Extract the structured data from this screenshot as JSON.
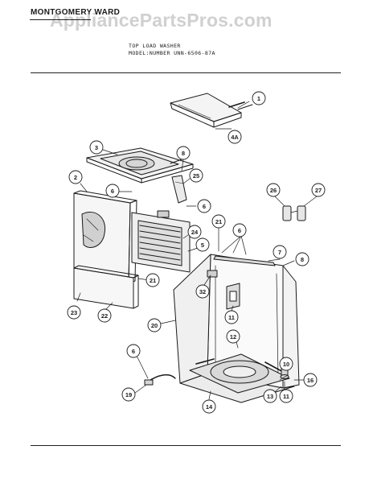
{
  "header": {
    "brand": "MONTGOMERY WARD",
    "watermark": "AppliancePartsPros.com",
    "line1": "TOP LOAD WASHER",
    "line2": "MODEL:NUMBER UNN-6506-87A"
  },
  "callouts": {
    "c1": "1",
    "c4a": "4A",
    "c3": "3",
    "c8a": "8",
    "c2": "2",
    "c25": "25",
    "c6a": "6",
    "c6b": "6",
    "c21a": "21",
    "c24": "24",
    "c5": "5",
    "c7": "7",
    "c6c": "6",
    "c8b": "8",
    "c26": "26",
    "c27": "27",
    "c21b": "21",
    "c32": "32",
    "c11a": "11",
    "c23": "23",
    "c22": "22",
    "c20": "20",
    "c12": "12",
    "c6d": "6",
    "c10": "10",
    "c16": "16",
    "c19": "19",
    "c14": "14",
    "c13": "13",
    "c11b": "11"
  },
  "colors": {
    "ink": "#1a1a1a",
    "paper": "#ffffff",
    "watermark": "#969696"
  }
}
